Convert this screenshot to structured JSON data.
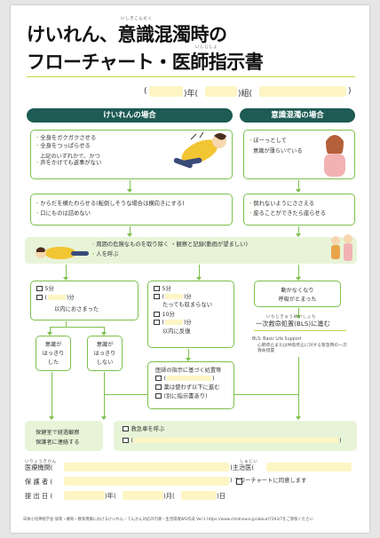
{
  "title": {
    "line1": "けいれん、意識混濁時の",
    "line2": "フローチャート・医師指示書",
    "ruby1": "いしきこんだく",
    "ruby2": "いしじしょ"
  },
  "class_row": {
    "open": "(",
    "nen": ")年(",
    "kumi": ")組(",
    "close": ")"
  },
  "sections": {
    "seizure_header": "けいれんの場合",
    "consciousness_header": "意識混濁の場合"
  },
  "seizure_symptoms": [
    "全身をガクガクさせる",
    "全身をつっぱらせる",
    "上記のいずれかで、かつ",
    "声をかけても返事がない"
  ],
  "consciousness_symptoms": [
    "ぼーっとして",
    "意識が薄らいでいる"
  ],
  "seizure_actions": [
    "からだを横たわらせる(転倒しそうな場合は横向きにする)",
    "口にものは詰めない"
  ],
  "consciousness_actions": [
    "倒れないようにささえる",
    "座ることができたら座らせる"
  ],
  "common_actions": {
    "line1": "周囲の危険なものを取り除く ・観察と記録(動画が望ましい)",
    "line2": "人を呼ぶ"
  },
  "branch_left": {
    "opt1": "5分",
    "opt2_suffix": ")分",
    "opt2_prefix": "(",
    "within": "以内におさまった"
  },
  "branch_mid": {
    "opt1": "5分",
    "opt2_prefix": "(",
    "opt2_suffix": ")分",
    "opt2_note": "たっても収まらない",
    "opt3": "10分",
    "opt4_prefix": "(",
    "opt4_suffix": ")分",
    "repeat": "以内に反復"
  },
  "branch_right": {
    "line1": "動かなくなり",
    "line2": "呼吸がとまった",
    "bls": "一次救命処置(BLS)に進む",
    "bls_ruby": "いちじきゅうめいしょち",
    "note_title": "BLS: Basic Life Support",
    "note_body": "心肺停止または呼吸停止に対する緊急時の一次救命措置"
  },
  "conscious_yes": [
    "意識が",
    "はっきり",
    "した"
  ],
  "conscious_no": [
    "意識が",
    "はっきり",
    "しない"
  ],
  "doctor_orders": {
    "title": "医師の指示に基づく処置等",
    "item1": "(",
    "item1_close": ")",
    "item2": "薬は使わず以下に進む",
    "item3": "(別に指示書あり)"
  },
  "final_left": [
    "保健室で経過観察",
    "保護者に連絡する"
  ],
  "final_right": {
    "item1": "救急車を呼ぶ",
    "item2_open": "(",
    "item2_close": ")"
  },
  "form": {
    "institution": "医療機関(",
    "institution_ruby": "いりょうきかん",
    "doctor": ")主治医(",
    "doctor_ruby": "しゅじい",
    "guardian": "保 護 者 (",
    "agree": ") フローチャートに同意します",
    "submitted": "提 出 日 (",
    "year": ")年(",
    "month": ")月(",
    "day": ")日"
  },
  "footer": "日本小児神経学会 保育・療育・教育現場におけるけいれん・てんかん対応の円滑・生活環境WG作成 Ver.1 https://www.childneuro.jp/about/7293/7をご参照ください",
  "colors": {
    "accent": "#7cc04b",
    "header": "#1d5b54",
    "fill": "#fdf6c4"
  }
}
